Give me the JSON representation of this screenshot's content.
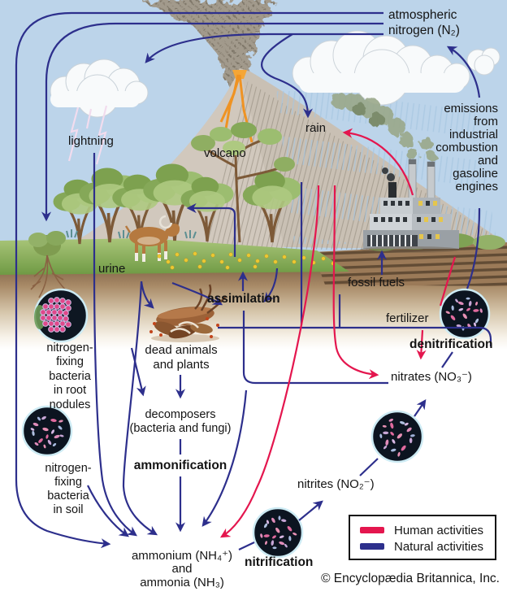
{
  "title": "Nitrogen cycle diagram",
  "colors": {
    "natural_activities_line": "#2d2f8c",
    "human_activities_line": "#e4164e",
    "sky": "#bcd4ea",
    "text": "#141414"
  },
  "labels": {
    "atmospheric_nitrogen": [
      "atmospheric",
      "nitrogen (N₂)"
    ],
    "lightning": "lightning",
    "volcano": "volcano",
    "rain": "rain",
    "emissions": [
      "emissions",
      "from",
      "industrial",
      "combustion",
      "and",
      "gasoline",
      "engines"
    ],
    "urine": "urine",
    "assimilation": "assimilation",
    "fossil_fuels": "fossil fuels",
    "fertilizer": "fertilizer",
    "denitrification": "denitrification",
    "nitrates": "nitrates (NO₃⁻)",
    "root_nodule_bacteria": [
      "nitrogen-",
      "fixing",
      "bacteria",
      "in root",
      "nodules"
    ],
    "dead_animals": [
      "dead animals",
      "and plants"
    ],
    "decomposers": [
      "decomposers",
      "(bacteria and fungi)"
    ],
    "ammonification": "ammonification",
    "soil_bacteria": [
      "nitrogen-",
      "fixing",
      "bacteria",
      "in soil"
    ],
    "nitrites": "nitrites (NO₂⁻)",
    "ammonium": [
      "ammonium (NH₄⁺)",
      "and",
      "ammonia (NH₃)"
    ],
    "nitrification": "nitrification"
  },
  "legend": {
    "items": [
      {
        "label": "Human activities",
        "color": "#e4164e"
      },
      {
        "label": "Natural activities",
        "color": "#2d2f8c"
      }
    ]
  },
  "copyright": "© Encyclopædia Britannica, Inc."
}
